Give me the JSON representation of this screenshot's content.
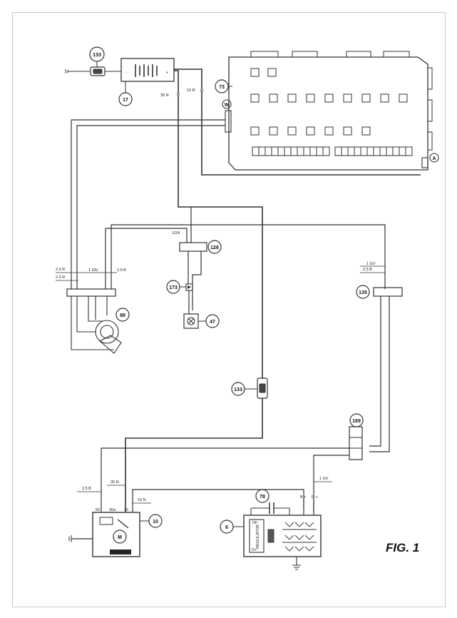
{
  "figure_label": "FIG. 1",
  "components": {
    "c133_top": "133",
    "c17": "17",
    "c73": "73",
    "cW": "W",
    "cA": "A",
    "c126": "126",
    "c173": "173",
    "c47": "47",
    "c88": "88",
    "c135": "135",
    "c133_mid": "133",
    "c169": "169",
    "c78": "78",
    "c10": "10",
    "c6": "6"
  },
  "wire_labels": {
    "w35n_top": "35 N",
    "w10r": "10 R",
    "w1gn_126": "1GN",
    "w25r_a": "2.5 R",
    "w25r_b": "2.5 R",
    "w1gn_left": "1 GN",
    "w25b_left": "2.5 B",
    "w1gv_right": "1 GV",
    "w25b_right": "2.5 B",
    "w25b_bottom": "2.5 B",
    "w35n_bottom": "35 N",
    "w16n": "16 N",
    "w1gv_bottom": "1 GV"
  },
  "terminal_labels": {
    "battery_minus": "-",
    "battery_plus": "+",
    "b_plus": "B +",
    "d_plus": "D +",
    "df": "DF",
    "d_plus_inner": "D+",
    "regulator": "REGULATOR",
    "motor": "M",
    "starter_50": "50",
    "starter_30": "30",
    "starter_30a": "30a"
  }
}
